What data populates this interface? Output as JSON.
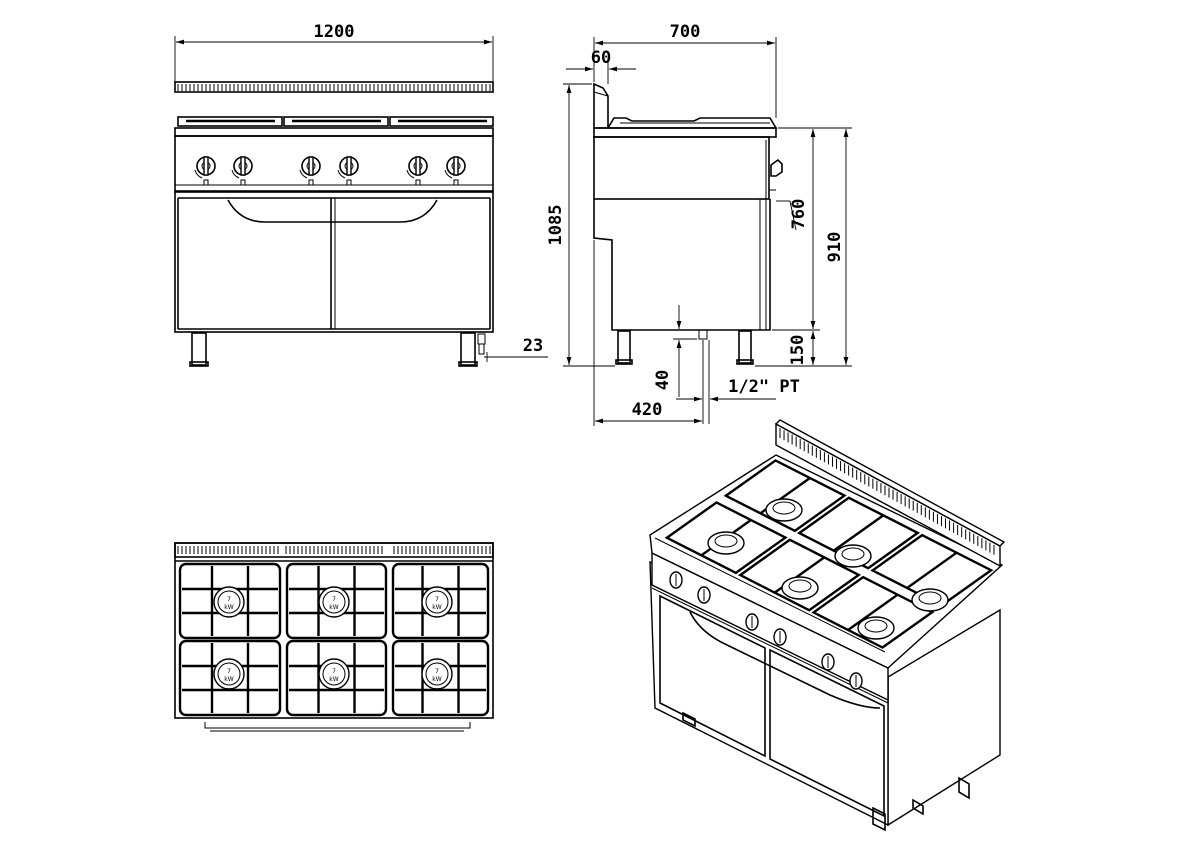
{
  "title": "",
  "dimensions": {
    "front_width": "1200",
    "side_depth": "700",
    "backsplash_depth": "60",
    "total_height": "1085",
    "work_height": "910",
    "cabinet_height": "760",
    "leg_height": "150",
    "gas_offset_height": "40",
    "gas_connection_depth": "420",
    "gas_side_offset": "23",
    "gas_connection": "1/2\" PT"
  },
  "burner_labels": {
    "top": "7",
    "bottom": "kW"
  }
}
